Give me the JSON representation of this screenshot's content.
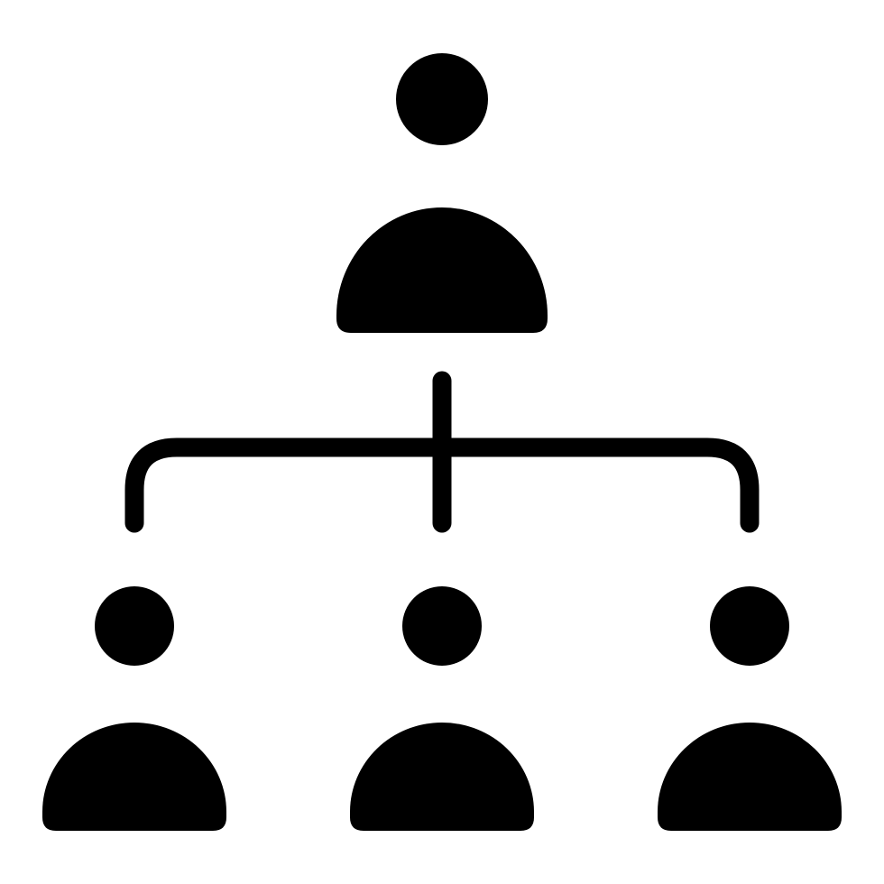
{
  "diagram": {
    "type": "org-chart-icon",
    "colors": {
      "background": "#ffffff",
      "foreground": "#000000"
    },
    "icon_name": "organization-hierarchy-icon",
    "nodes": [
      {
        "id": "top-person",
        "level": 0,
        "icon": "person-icon"
      },
      {
        "id": "bottom-left-person",
        "level": 1,
        "icon": "person-icon"
      },
      {
        "id": "bottom-center-person",
        "level": 1,
        "icon": "person-icon"
      },
      {
        "id": "bottom-right-person",
        "level": 1,
        "icon": "person-icon"
      }
    ],
    "connections": [
      {
        "from": "top-person",
        "to": "bottom-left-person"
      },
      {
        "from": "top-person",
        "to": "bottom-center-person"
      },
      {
        "from": "top-person",
        "to": "bottom-right-person"
      }
    ]
  }
}
